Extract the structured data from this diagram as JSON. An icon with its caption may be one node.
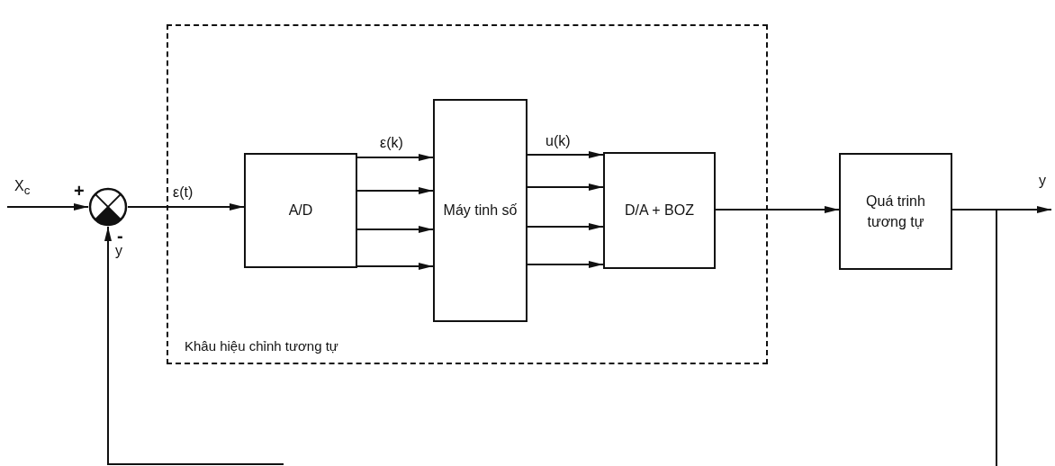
{
  "diagram": {
    "nodes": [
      {
        "text": [
          "Khâu hiệu chỉnh tương tự"
        ]
      },
      {
        "text": [],
        "shape": "circle",
        "beside": [
          "+",
          "-"
        ]
      },
      {
        "text": [
          "A/D"
        ],
        "in": 0
      },
      {
        "text": [
          "Máy tinh số"
        ],
        "in": 0
      },
      {
        "text": [
          "D/A + BOZ"
        ],
        "in": 0
      },
      {
        "text": [
          "Quá trinh tương tự"
        ]
      }
    ],
    "edges": [
      {
        "from": null,
        "to": 1,
        "arrow": "to",
        "label": "X$_{c}$"
      },
      {
        "from": 1,
        "to": 2,
        "arrow": "to",
        "label": "ε(t)"
      },
      {
        "from": 2,
        "to": 3,
        "arrow": "to",
        "label": "ε(k)"
      },
      {
        "from": 2,
        "to": 3,
        "arrow": "to"
      },
      {
        "from": 2,
        "to": 3,
        "arrow": "to"
      },
      {
        "from": 2,
        "to": 3,
        "arrow": "to"
      },
      {
        "from": 3,
        "to": 4,
        "arrow": "to",
        "label": "u(k)"
      },
      {
        "from": 3,
        "to": 4,
        "arrow": "to"
      },
      {
        "from": 3,
        "to": 4,
        "arrow": "to"
      },
      {
        "from": 3,
        "to": 4,
        "arrow": "to"
      },
      {
        "from": 4,
        "to": 5,
        "arrow": "to"
      },
      {
        "from": 5,
        "to": null,
        "arrow": "to",
        "label": "y"
      },
      {
        "from": 5,
        "to": null,
        "arrow": "none"
      },
      {
        "from": null,
        "to": 1,
        "arrow": "to",
        "label": "y"
      }
    ]
  }
}
